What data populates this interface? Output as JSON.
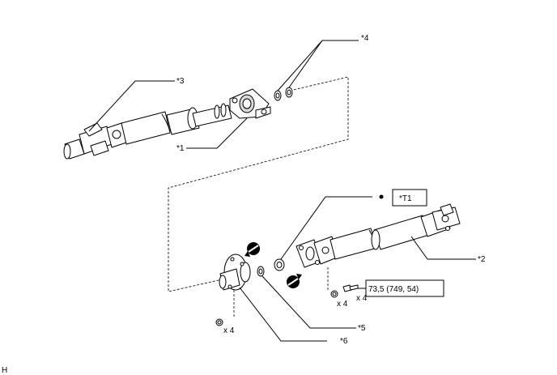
{
  "callouts": {
    "c1": "*1",
    "c2": "*2",
    "c3": "*3",
    "c4": "*4",
    "c5": "*5",
    "c6": "*6",
    "t1": "*T1"
  },
  "quantities": {
    "nuts_flange": "x 4",
    "nuts_shaft": "x 4",
    "bolts": "x 4"
  },
  "torque": {
    "value": "73,5 (749, 54)"
  },
  "corner_mark": "H"
}
